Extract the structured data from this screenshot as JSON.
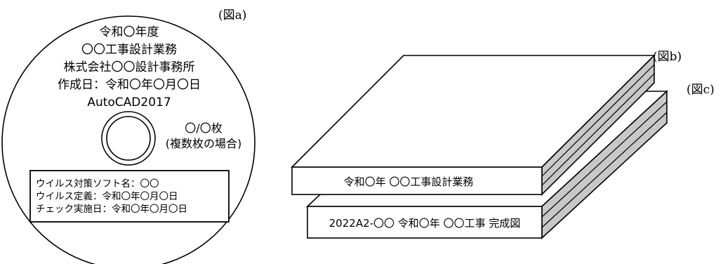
{
  "figure_a": {
    "label": "(図a)",
    "disc_lines": [
      "令和〇年度",
      "〇〇工事設計業務",
      "株式会社〇〇設計事務所",
      "作成日：令和〇年〇月〇日",
      "AutoCAD2017"
    ],
    "count_lines": [
      "〇/〇枚",
      "(複数枚の場合)"
    ],
    "virus_box_lines": [
      "ウイルス対策ソフト名：〇〇",
      "ウイルス定義：令和〇年〇月〇日",
      "チェック実施日：令和〇年〇月〇日"
    ]
  },
  "figure_b": {
    "label": "(図b)",
    "spine_text": "令和〇年  〇〇工事設計業務"
  },
  "figure_c": {
    "label": "(図c)",
    "spine_text": "2022A2-〇〇  令和〇年  〇〇工事 完成図"
  },
  "colors": {
    "line": "#000000",
    "side_fill": "#c8c8c8",
    "face_fill": "#ffffff"
  }
}
